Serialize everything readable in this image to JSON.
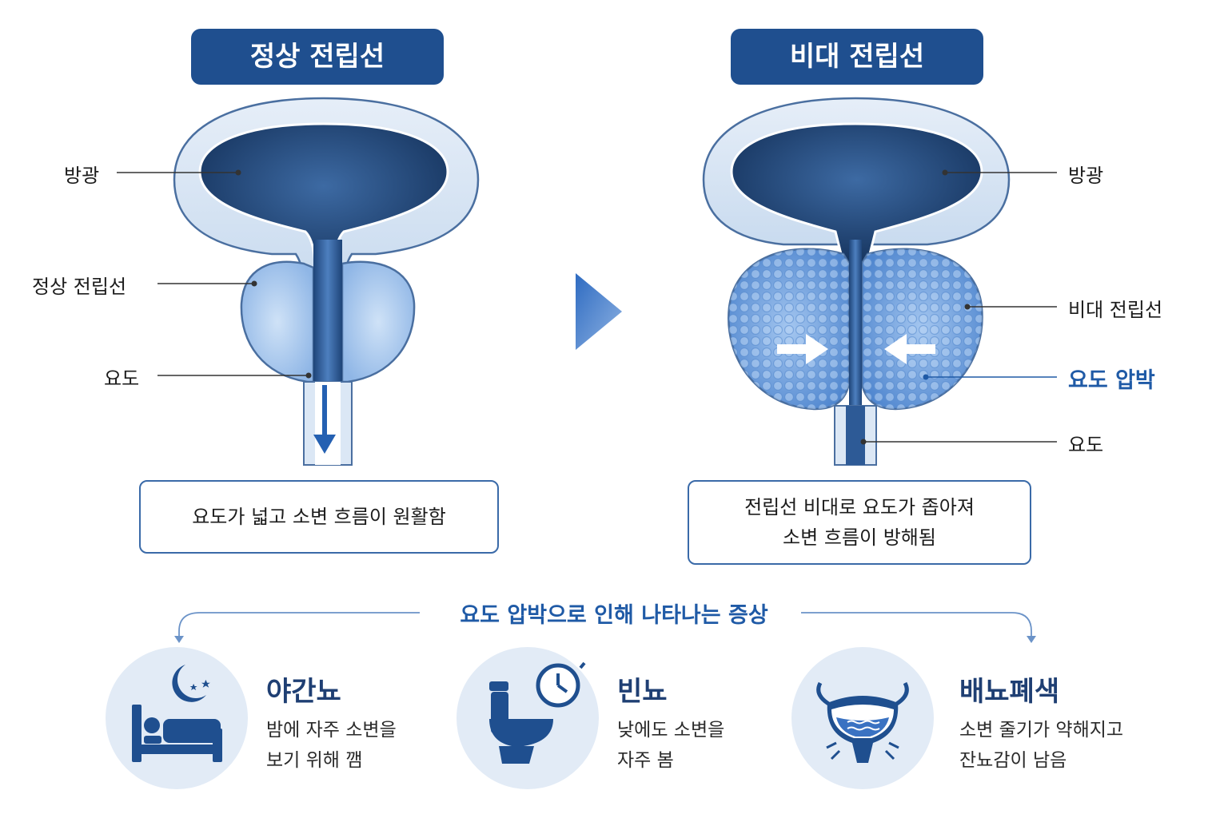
{
  "normal": {
    "title": "정상 전립선",
    "labels": {
      "bladder": "방광",
      "prostate": "정상 전립선",
      "urethra": "요도"
    },
    "caption": "요도가 넓고 소변 흐름이 원활함"
  },
  "enlarged": {
    "title": "비대 전립선",
    "labels": {
      "bladder": "방광",
      "prostate": "비대 전립선",
      "compression": "요도 압박",
      "urethra": "요도"
    },
    "caption_line1": "전립선 비대로 요도가 좁아져",
    "caption_line2": "소변 흐름이 방해됨"
  },
  "symptoms": {
    "title": "요도 압박으로 인해 나타나는 증상",
    "items": [
      {
        "name": "야간뇨",
        "desc_line1": "밤에 자주 소변을",
        "desc_line2": "보기 위해 깸",
        "icon": "bed-moon-icon"
      },
      {
        "name": "빈뇨",
        "desc_line1": "낮에도 소변을",
        "desc_line2": "자주 봄",
        "icon": "toilet-clock-icon"
      },
      {
        "name": "배뇨폐색",
        "desc_line1": "소변 줄기가 약해지고",
        "desc_line2": "잔뇨감이 남음",
        "icon": "bladder-icon"
      }
    ]
  },
  "colors": {
    "primary": "#1f4f8f",
    "accent": "#1f5aa6",
    "bladder_dark": "#1b3a66",
    "gland": "#a9c9ee"
  }
}
